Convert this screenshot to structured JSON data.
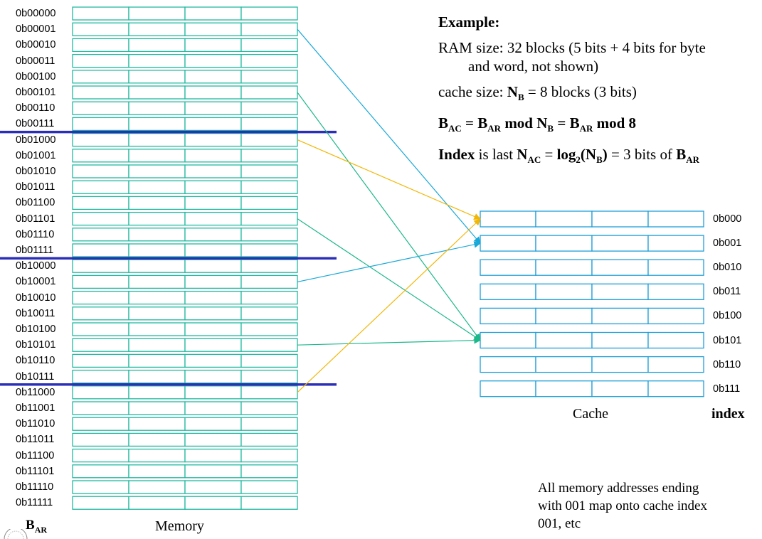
{
  "memory": {
    "addresses": [
      "0b00000",
      "0b00001",
      "0b00010",
      "0b00011",
      "0b00100",
      "0b00101",
      "0b00110",
      "0b00111",
      "0b01000",
      "0b01001",
      "0b01010",
      "0b01011",
      "0b01100",
      "0b01101",
      "0b01110",
      "0b01111",
      "0b10000",
      "0b10001",
      "0b10010",
      "0b10011",
      "0b10100",
      "0b10101",
      "0b10110",
      "0b10111",
      "0b11000",
      "0b11001",
      "0b11010",
      "0b11011",
      "0b11100",
      "0b11101",
      "0b11110",
      "0b11111"
    ],
    "address_label_main": "B",
    "address_label_sub": "AR",
    "caption": "Memory"
  },
  "cache": {
    "indices": [
      "0b000",
      "0b001",
      "0b010",
      "0b011",
      "0b100",
      "0b101",
      "0b110",
      "0b111"
    ],
    "caption": "Cache",
    "index_caption": "index"
  },
  "example": {
    "heading": "Example:",
    "ram_line1": "RAM size: 32 blocks (5 bits + 4 bits for byte",
    "ram_line2": "and word, not shown)",
    "cache_size_prefix": "cache size: ",
    "nb_main": "N",
    "nb_sub": "B",
    "cache_size_suffix": " = 8 blocks (3 bits)",
    "formula": {
      "bac_main": "B",
      "bac_sub": "AC",
      "eq1": " =  ",
      "bar_main": "B",
      "bar_sub": "AR",
      "mod1": " mod ",
      "nb_main": "N",
      "nb_sub": "B",
      "eq2": " = ",
      "bar2_main": "B",
      "bar2_sub": "AR",
      "mod2": " mod 8"
    },
    "index_line": {
      "word": "Index",
      "text1": " is last ",
      "nac_main": "N",
      "nac_sub": "AC",
      "eq": " = ",
      "log_main": "log",
      "log_sub": "2",
      "paren_open": "(",
      "nb_main": "N",
      "nb_sub": "B",
      "paren_close": ")",
      "text2": " = 3 bits of ",
      "bar_main": "B",
      "bar_sub": "AR"
    }
  },
  "footnote": {
    "line1": "All memory addresses ending",
    "line2": "with 001 map onto cache index",
    "line3": "001, etc"
  },
  "mappings": [
    {
      "from": "0b00001",
      "to": "0b001",
      "color": "#1aa8d8"
    },
    {
      "from": "0b00101",
      "to": "0b101",
      "color": "#1db88a"
    },
    {
      "from": "0b01000",
      "to": "0b000",
      "color": "#f2b705"
    },
    {
      "from": "0b01101",
      "to": "0b101",
      "color": "#1db88a"
    },
    {
      "from": "0b10001",
      "to": "0b001",
      "color": "#1aa8d8"
    },
    {
      "from": "0b10101",
      "to": "0b101",
      "color": "#1db88a"
    },
    {
      "from": "0b11000",
      "to": "0b000",
      "color": "#f2b705"
    }
  ],
  "colors": {
    "memory_grid": "#22b8a0",
    "cache_grid": "#1e9fd8",
    "separator": "#2b2fb8"
  }
}
